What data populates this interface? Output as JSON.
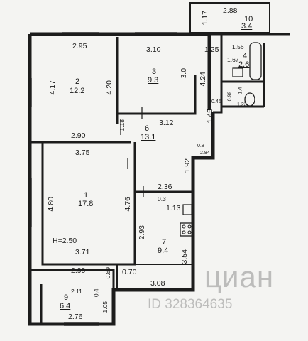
{
  "rooms": [
    {
      "number": "10",
      "area": "3.4"
    },
    {
      "number": "2",
      "area": "12.2"
    },
    {
      "number": "3",
      "area": "9.3"
    },
    {
      "number": "4",
      "area": "2.6"
    },
    {
      "number": "6",
      "area": "13.1"
    },
    {
      "number": "1",
      "area": "17.8"
    },
    {
      "number": "7",
      "area": "9.4"
    },
    {
      "number": "9",
      "area": "6.4"
    }
  ],
  "dimensions": {
    "balcony_top_1": "1.17",
    "balcony_top_2": "2.88",
    "room2_top": "2.95",
    "room2_left": "4.17",
    "room2_right": "4.20",
    "room2_bottom": "2.90",
    "room3_top": "3.10",
    "room3_right": "3.0",
    "bath_125": "1.25",
    "bath_156": "1.56",
    "bath_167": "1.67",
    "bath_424": "4.24",
    "bath_045": "0.45",
    "bath_099": "0.99",
    "bath_14": "1.4",
    "bath_123": "1.23",
    "hall_145": "1.45",
    "hall_118": "1.18",
    "hall_312": "3.12",
    "hall_08": "0.8",
    "hall_284": "2.84",
    "hall_192": "1.92",
    "room1_top": "3.75",
    "room1_left": "4.80",
    "room1_right": "4.76",
    "room1_bottom": "3.71",
    "ceiling": "H=2.50",
    "k_236": "2.36",
    "k_03": "0.3",
    "k_113": "1.13",
    "k_293": "2.93",
    "k_354": "3.54",
    "k_070": "0.70",
    "k_308": "3.08",
    "l_299": "2.99",
    "l_089": "0.89",
    "l_211": "2.11",
    "l_04": "0.4",
    "l_105": "1.05",
    "l_276": "2.76"
  },
  "watermark": {
    "logo": "циан",
    "id": "ID 328364635"
  }
}
